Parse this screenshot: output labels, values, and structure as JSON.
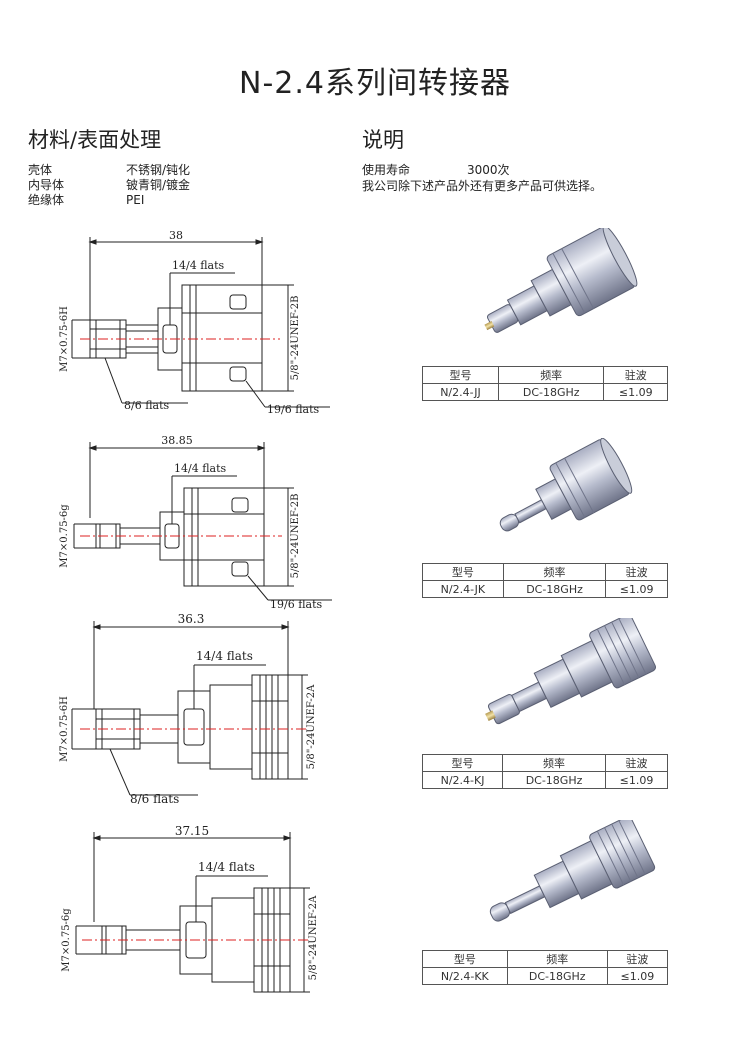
{
  "title": "N-2.4系列间转接器",
  "materials": {
    "heading": "材料/表面处理",
    "rows": [
      {
        "label": "壳体",
        "value": "不锈钢/钝化"
      },
      {
        "label": "内导体",
        "value": "铍青铜/镀金"
      },
      {
        "label": "绝缘体",
        "value": "PEI"
      }
    ]
  },
  "description": {
    "heading": "说明",
    "life_label": "使用寿命",
    "life_value": "3000次",
    "note": "我公司除下述产品外还有更多产品可供选择。"
  },
  "table_headers": [
    "型号",
    "频率",
    "驻波"
  ],
  "products": [
    {
      "model": "N/2.4-JJ",
      "freq": "DC-18GHz",
      "vswr": "≤1.09",
      "drawing": {
        "length": "38",
        "flats_top": "14/4 flats",
        "thread_left": "M7×0.75-6H",
        "thread_right": "5/8\"-24UNEF-2B",
        "flats_bottom_left": "8/6 flats",
        "flats_bottom_right": "19/6 flats"
      }
    },
    {
      "model": "N/2.4-JK",
      "freq": "DC-18GHz",
      "vswr": "≤1.09",
      "drawing": {
        "length": "38.85",
        "flats_top": "14/4 flats",
        "thread_left": "M7×0.75-6g",
        "thread_right": "5/8\"-24UNEF-2B",
        "flats_bottom_right": "19/6 flats"
      }
    },
    {
      "model": "N/2.4-KJ",
      "freq": "DC-18GHz",
      "vswr": "≤1.09",
      "drawing": {
        "length": "36.3",
        "flats_top": "14/4 flats",
        "thread_left": "M7×0.75-6H",
        "thread_right": "5/8\"-24UNEF-2A",
        "flats_bottom_left": "8/6 flats"
      }
    },
    {
      "model": "N/2.4-KK",
      "freq": "DC-18GHz",
      "vswr": "≤1.09",
      "drawing": {
        "length": "37.15",
        "flats_top": "14/4 flats",
        "thread_left": "M7×0.75-6g",
        "thread_right": "5/8\"-24UNEF-2A"
      }
    }
  ]
}
